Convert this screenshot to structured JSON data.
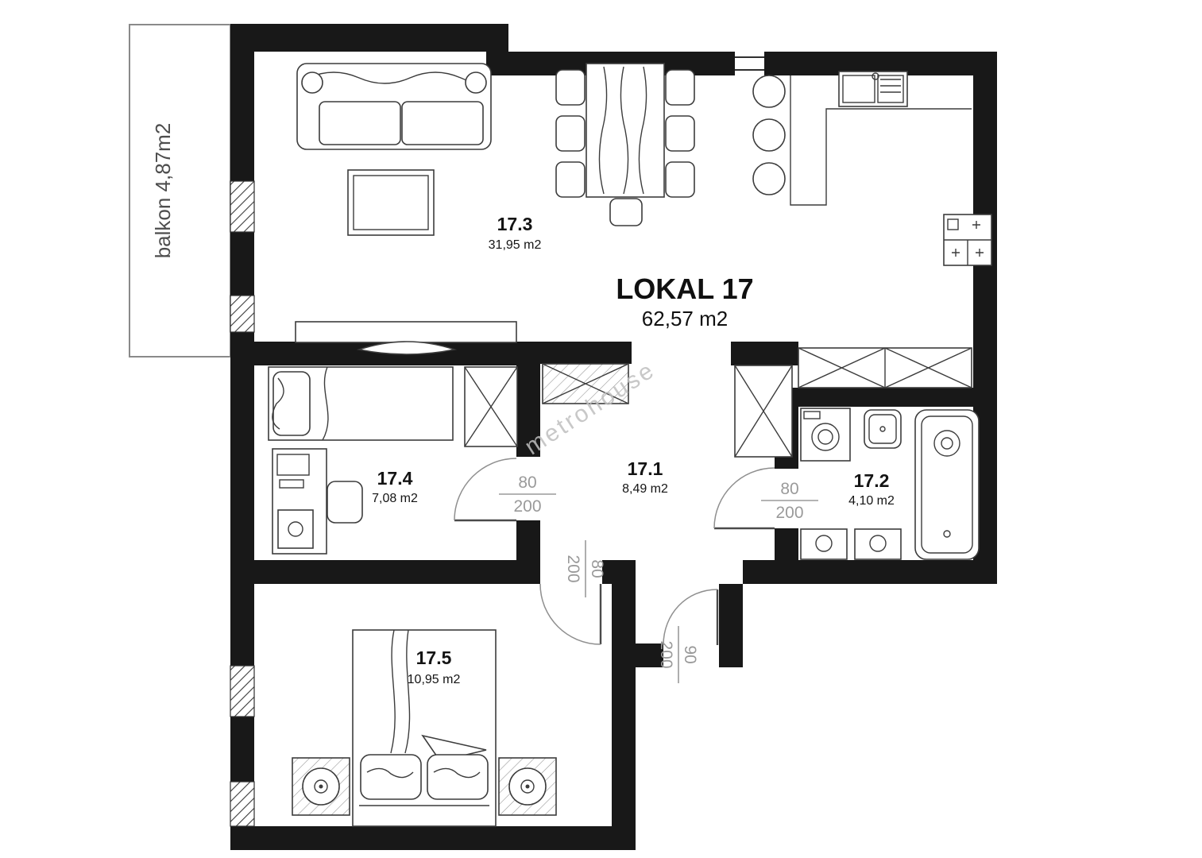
{
  "title": {
    "name": "LOKAL 17",
    "area": "62,57 m2"
  },
  "balcony": {
    "label": "balkon 4,87m2"
  },
  "rooms": [
    {
      "id": "17.3",
      "area": "31,95 m2"
    },
    {
      "id": "17.4",
      "area": "7,08 m2"
    },
    {
      "id": "17.1",
      "area": "8,49 m2"
    },
    {
      "id": "17.2",
      "area": "4,10 m2"
    },
    {
      "id": "17.5",
      "area": "10,95 m2"
    }
  ],
  "doors": [
    {
      "name": "room-17-4-door",
      "width": "80",
      "height": "200"
    },
    {
      "name": "bathroom-door",
      "width": "80",
      "height": "200"
    },
    {
      "name": "room-17-5-door",
      "width": "80",
      "height": "200"
    },
    {
      "name": "entrance-door",
      "width": "90",
      "height": "200"
    }
  ],
  "watermark": "metrohouse",
  "colors": {
    "wall": "#181818",
    "furniture_stroke": "#3c3c3c",
    "dimension_text": "#9a9a9a",
    "room_text": "#141414",
    "watermark": "#bfbfbf"
  }
}
